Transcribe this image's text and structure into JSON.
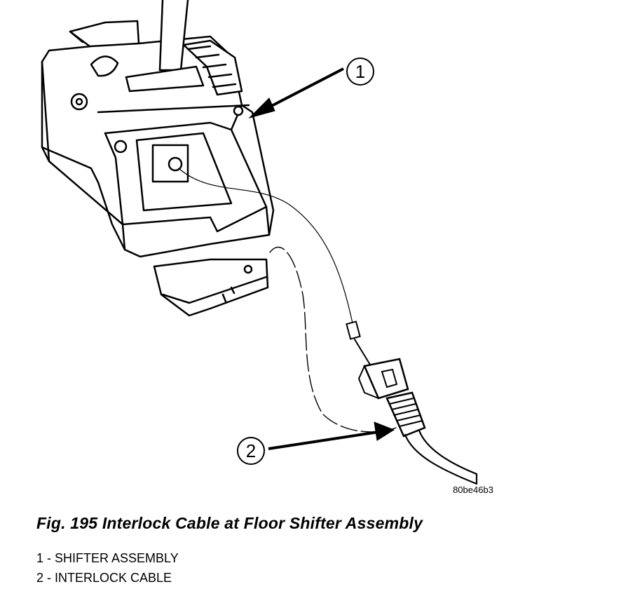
{
  "figure": {
    "callouts": [
      {
        "number": "1"
      },
      {
        "number": "2"
      }
    ],
    "reference_code": "80be46b3",
    "caption": "Fig. 195 Interlock Cable at Floor Shifter Assembly",
    "legend": [
      {
        "text": "1 - SHIFTER ASSEMBLY"
      },
      {
        "text": "2 - INTERLOCK CABLE"
      }
    ]
  }
}
